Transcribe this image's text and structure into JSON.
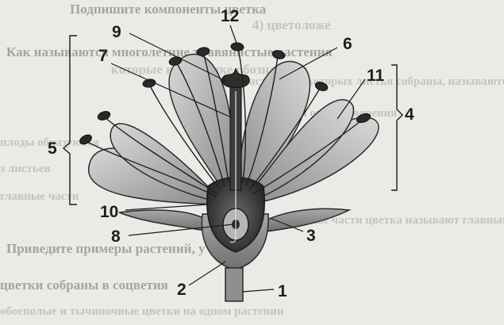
{
  "background_text": [
    "Подпишите компоненты цветка",
    "4) цветоложе",
    "Как называются многолетние травянистые растения",
    "которые на рисунке обозначены",
    "Растения, у которых листья собраны, называются",
    "частями оплодотворения",
    "плоды образуются",
    "з листьев",
    "главные части",
    "Какие части цветка называют главными",
    "Приведите примеры растений, у которых",
    "цветки собраны в соцветия",
    "обоеполые и тычиночные цветки на одном растении"
  ],
  "labels": {
    "l1": "1",
    "l2": "2",
    "l3": "3",
    "l4": "4",
    "l5": "5",
    "l6": "6",
    "l7": "7",
    "l8": "8",
    "l9": "9",
    "l10": "10",
    "l11": "11",
    "l12": "12"
  },
  "colors": {
    "background": "#ebeae6",
    "ink": "#1d1d1d",
    "petal": "#bdbdbd",
    "sepal": "#8e8e8e",
    "ovary": "#3a3a3a",
    "anther": "#2a2a2a"
  }
}
